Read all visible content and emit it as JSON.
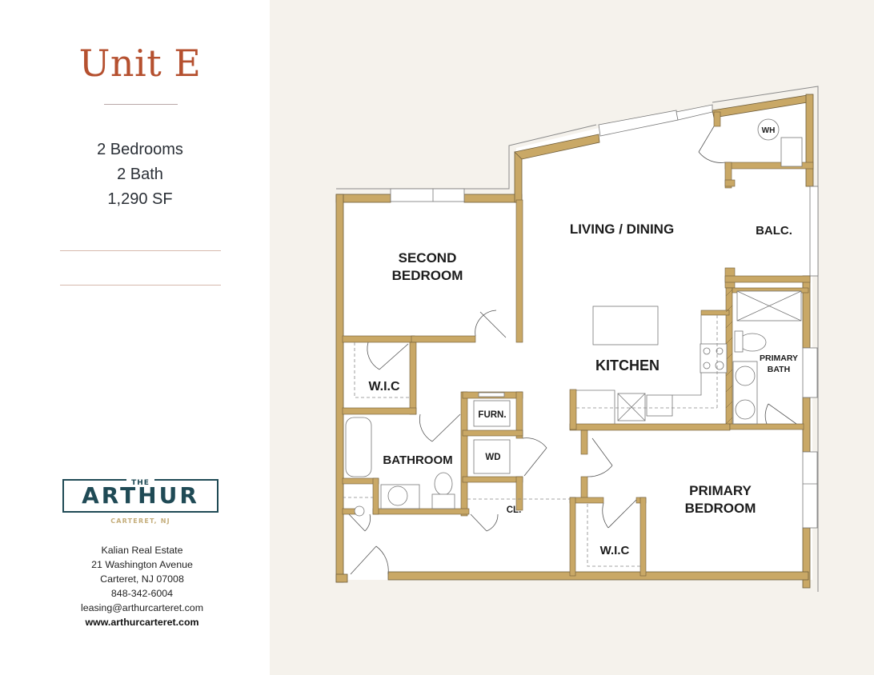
{
  "unit": {
    "title": "Unit E",
    "specs": [
      "2 Bedrooms",
      "2 Bath",
      "1,290 SF"
    ]
  },
  "brand": {
    "logo_top": "THE",
    "logo_name": "ARTHUR",
    "logo_location": "CARTERET, NJ",
    "colors": {
      "title": "#b5502f",
      "logo": "#1f4a55",
      "logo_sub": "#c4ad7a",
      "wall": "#c9a866",
      "background": "#f5f2ec"
    }
  },
  "contact": {
    "company": "Kalian Real Estate",
    "address1": "21 Washington Avenue",
    "address2": "Carteret, NJ 07008",
    "phone": "848-342-6004",
    "email": "leasing@arthurcarteret.com",
    "website": "www.arthurcarteret.com"
  },
  "floorplan": {
    "rooms": {
      "living": "LIVING / DINING",
      "second_bedroom_1": "SECOND",
      "second_bedroom_2": "BEDROOM",
      "balcony": "BALC.",
      "water_heater": "WH",
      "kitchen": "KITCHEN",
      "primary_bath_1": "PRIMARY",
      "primary_bath_2": "BATH",
      "wic_second": "W.I.C",
      "bathroom": "BATHROOM",
      "furnace": "FURN.",
      "washer_dryer": "WD",
      "closet": "CL.",
      "primary_bedroom_1": "PRIMARY",
      "primary_bedroom_2": "BEDROOM",
      "wic_primary": "W.I.C"
    }
  }
}
